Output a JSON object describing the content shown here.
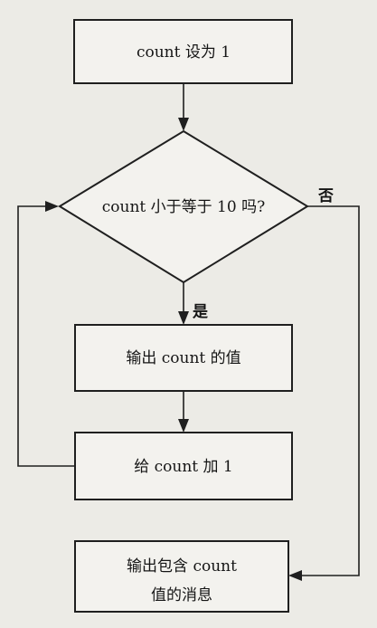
{
  "nodes": {
    "init": {
      "text": "count 设为 1"
    },
    "condition": {
      "text": "count 小于等于 10 吗?"
    },
    "print_value": {
      "text": "输出 count 的值"
    },
    "increment": {
      "text": "给 count 加 1"
    },
    "final_message": {
      "line1": "输出包含 count",
      "line2": "值的消息"
    }
  },
  "edges": {
    "yes_label": "是",
    "no_label": "否"
  },
  "colors": {
    "background": "#ecebe6",
    "box_fill": "#f3f2ee",
    "stroke": "#1f1f1f",
    "text": "#151515"
  }
}
